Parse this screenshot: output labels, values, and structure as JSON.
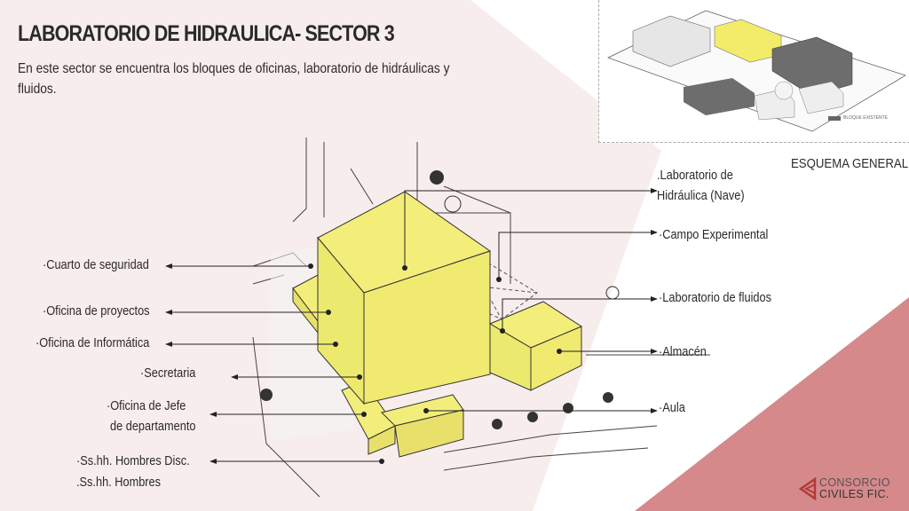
{
  "header": {
    "title": "LABORATORIO DE HIDRAULICA- SECTOR 3",
    "description": "En este sector se encuentra los bloques de oficinas, laboratorio de hidráulicas y fluidos."
  },
  "schema": {
    "caption": "ESQUEMA GENERAL",
    "legend_label": "BLOQUE EXISTENTE"
  },
  "labels_left": [
    {
      "text": "·Cuarto de seguridad"
    },
    {
      "text": "·Oficina de proyectos"
    },
    {
      "text": "·Oficina de Informática"
    },
    {
      "text": "·Secretaria"
    },
    {
      "line1": "·Oficina de Jefe",
      "line2": "de departamento"
    },
    {
      "line1": "·Ss.hh. Hombres Disc.",
      "line2": ".Ss.hh. Hombres"
    }
  ],
  "labels_right": [
    {
      "line1": ".Laboratorio de",
      "line2": "Hidráulica (Nave)"
    },
    {
      "text": "·Campo Experimental"
    },
    {
      "text": "·Laboratorio de fluidos"
    },
    {
      "text": "·Almacén"
    },
    {
      "text": "·Aula"
    }
  ],
  "logo": {
    "line1": "CONSORCIO",
    "line2": "CIVILES FIC."
  },
  "colors": {
    "block": "#f3ee7a",
    "background_pink": "#f8eded",
    "accent_rose": "#d9888a"
  }
}
